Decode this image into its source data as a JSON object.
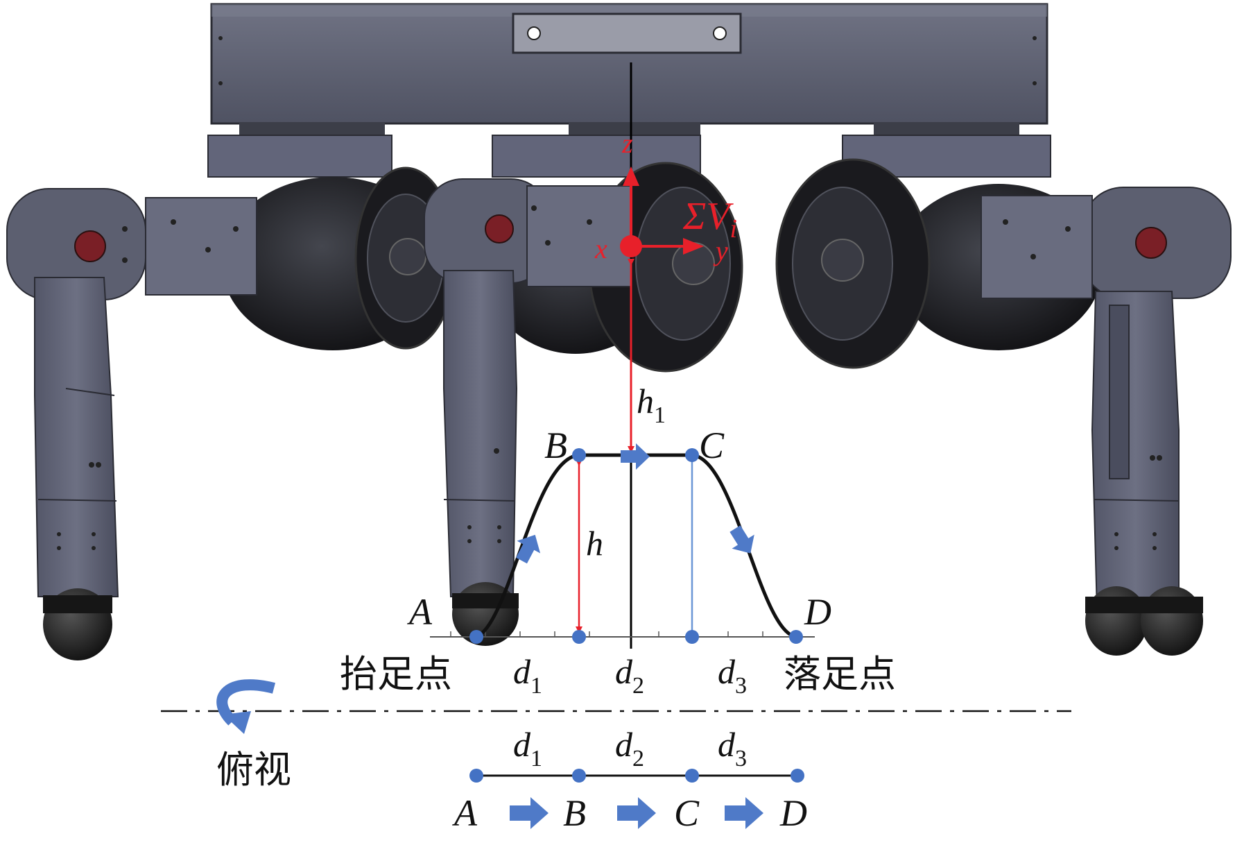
{
  "points": {
    "a": "A",
    "b": "B",
    "c": "C",
    "d": "D"
  },
  "heights": {
    "h": "h",
    "h1": "h",
    "h1_sub": "1"
  },
  "distances": {
    "d": "d",
    "sub1": "1",
    "sub2": "2",
    "sub3": "3"
  },
  "axes": {
    "z": "z",
    "x": "x",
    "y": "y"
  },
  "velocity": {
    "sigma": "ΣV",
    "sub": "i"
  },
  "labels": {
    "lift_point": "抬足点",
    "land_point": "落足点",
    "top_view": "俯视"
  },
  "colors": {
    "robot_body": "#5c5f6e",
    "robot_dark": "#1e1e22",
    "accent_red": "#e8202a",
    "marker_blue": "#4472c4",
    "arrow_blue": "#4f7ac8",
    "thin_blue": "#6b96d6",
    "curve": "#111111"
  }
}
